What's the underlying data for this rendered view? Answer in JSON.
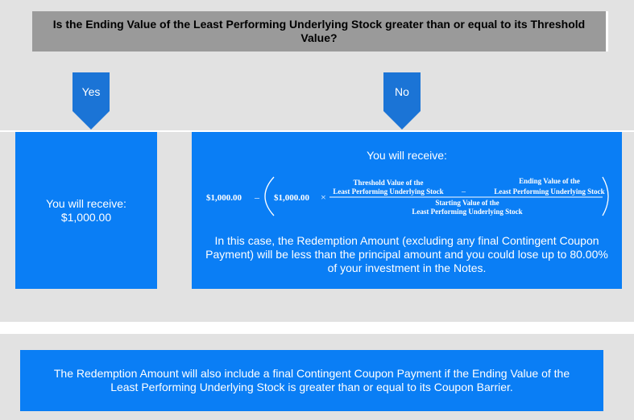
{
  "question": "Is the Ending Value of the Least Performing Underlying Stock greater than or equal to its Threshold Value?",
  "yes_label": "Yes",
  "no_label": "No",
  "yes_box": {
    "line1": "You will receive:",
    "line2": "$1,000.00"
  },
  "no_box": {
    "title": "You will receive:",
    "formula": {
      "principal": "$1,000.00",
      "minus": "–",
      "inner_principal": "$1,000.00",
      "times": "×",
      "num_left_line1": "Threshold Value of the",
      "num_left_line2": "Least Performing Underlying Stock",
      "num_minus": "–",
      "num_right_line1": "Ending Value of the",
      "num_right_line2": "Least Performing Underlying Stock",
      "den_line1": "Starting Value of the",
      "den_line2": "Least Performing Underlying Stock"
    },
    "body": "In this case, the Redemption Amount (excluding any final Contingent Coupon Payment) will be less than the principal amount and you could lose up to 80.00% of your investment in the Notes."
  },
  "footer": "The Redemption Amount will also include a final Contingent Coupon Payment if the Ending Value of the Least Performing Underlying Stock is greater than or equal to its Coupon Barrier.",
  "colors": {
    "box_blue": "#0a7ef5",
    "arrow_blue": "#1b74d6",
    "band_gray": "#e2e2e2",
    "question_gray": "#9a9a9a"
  }
}
